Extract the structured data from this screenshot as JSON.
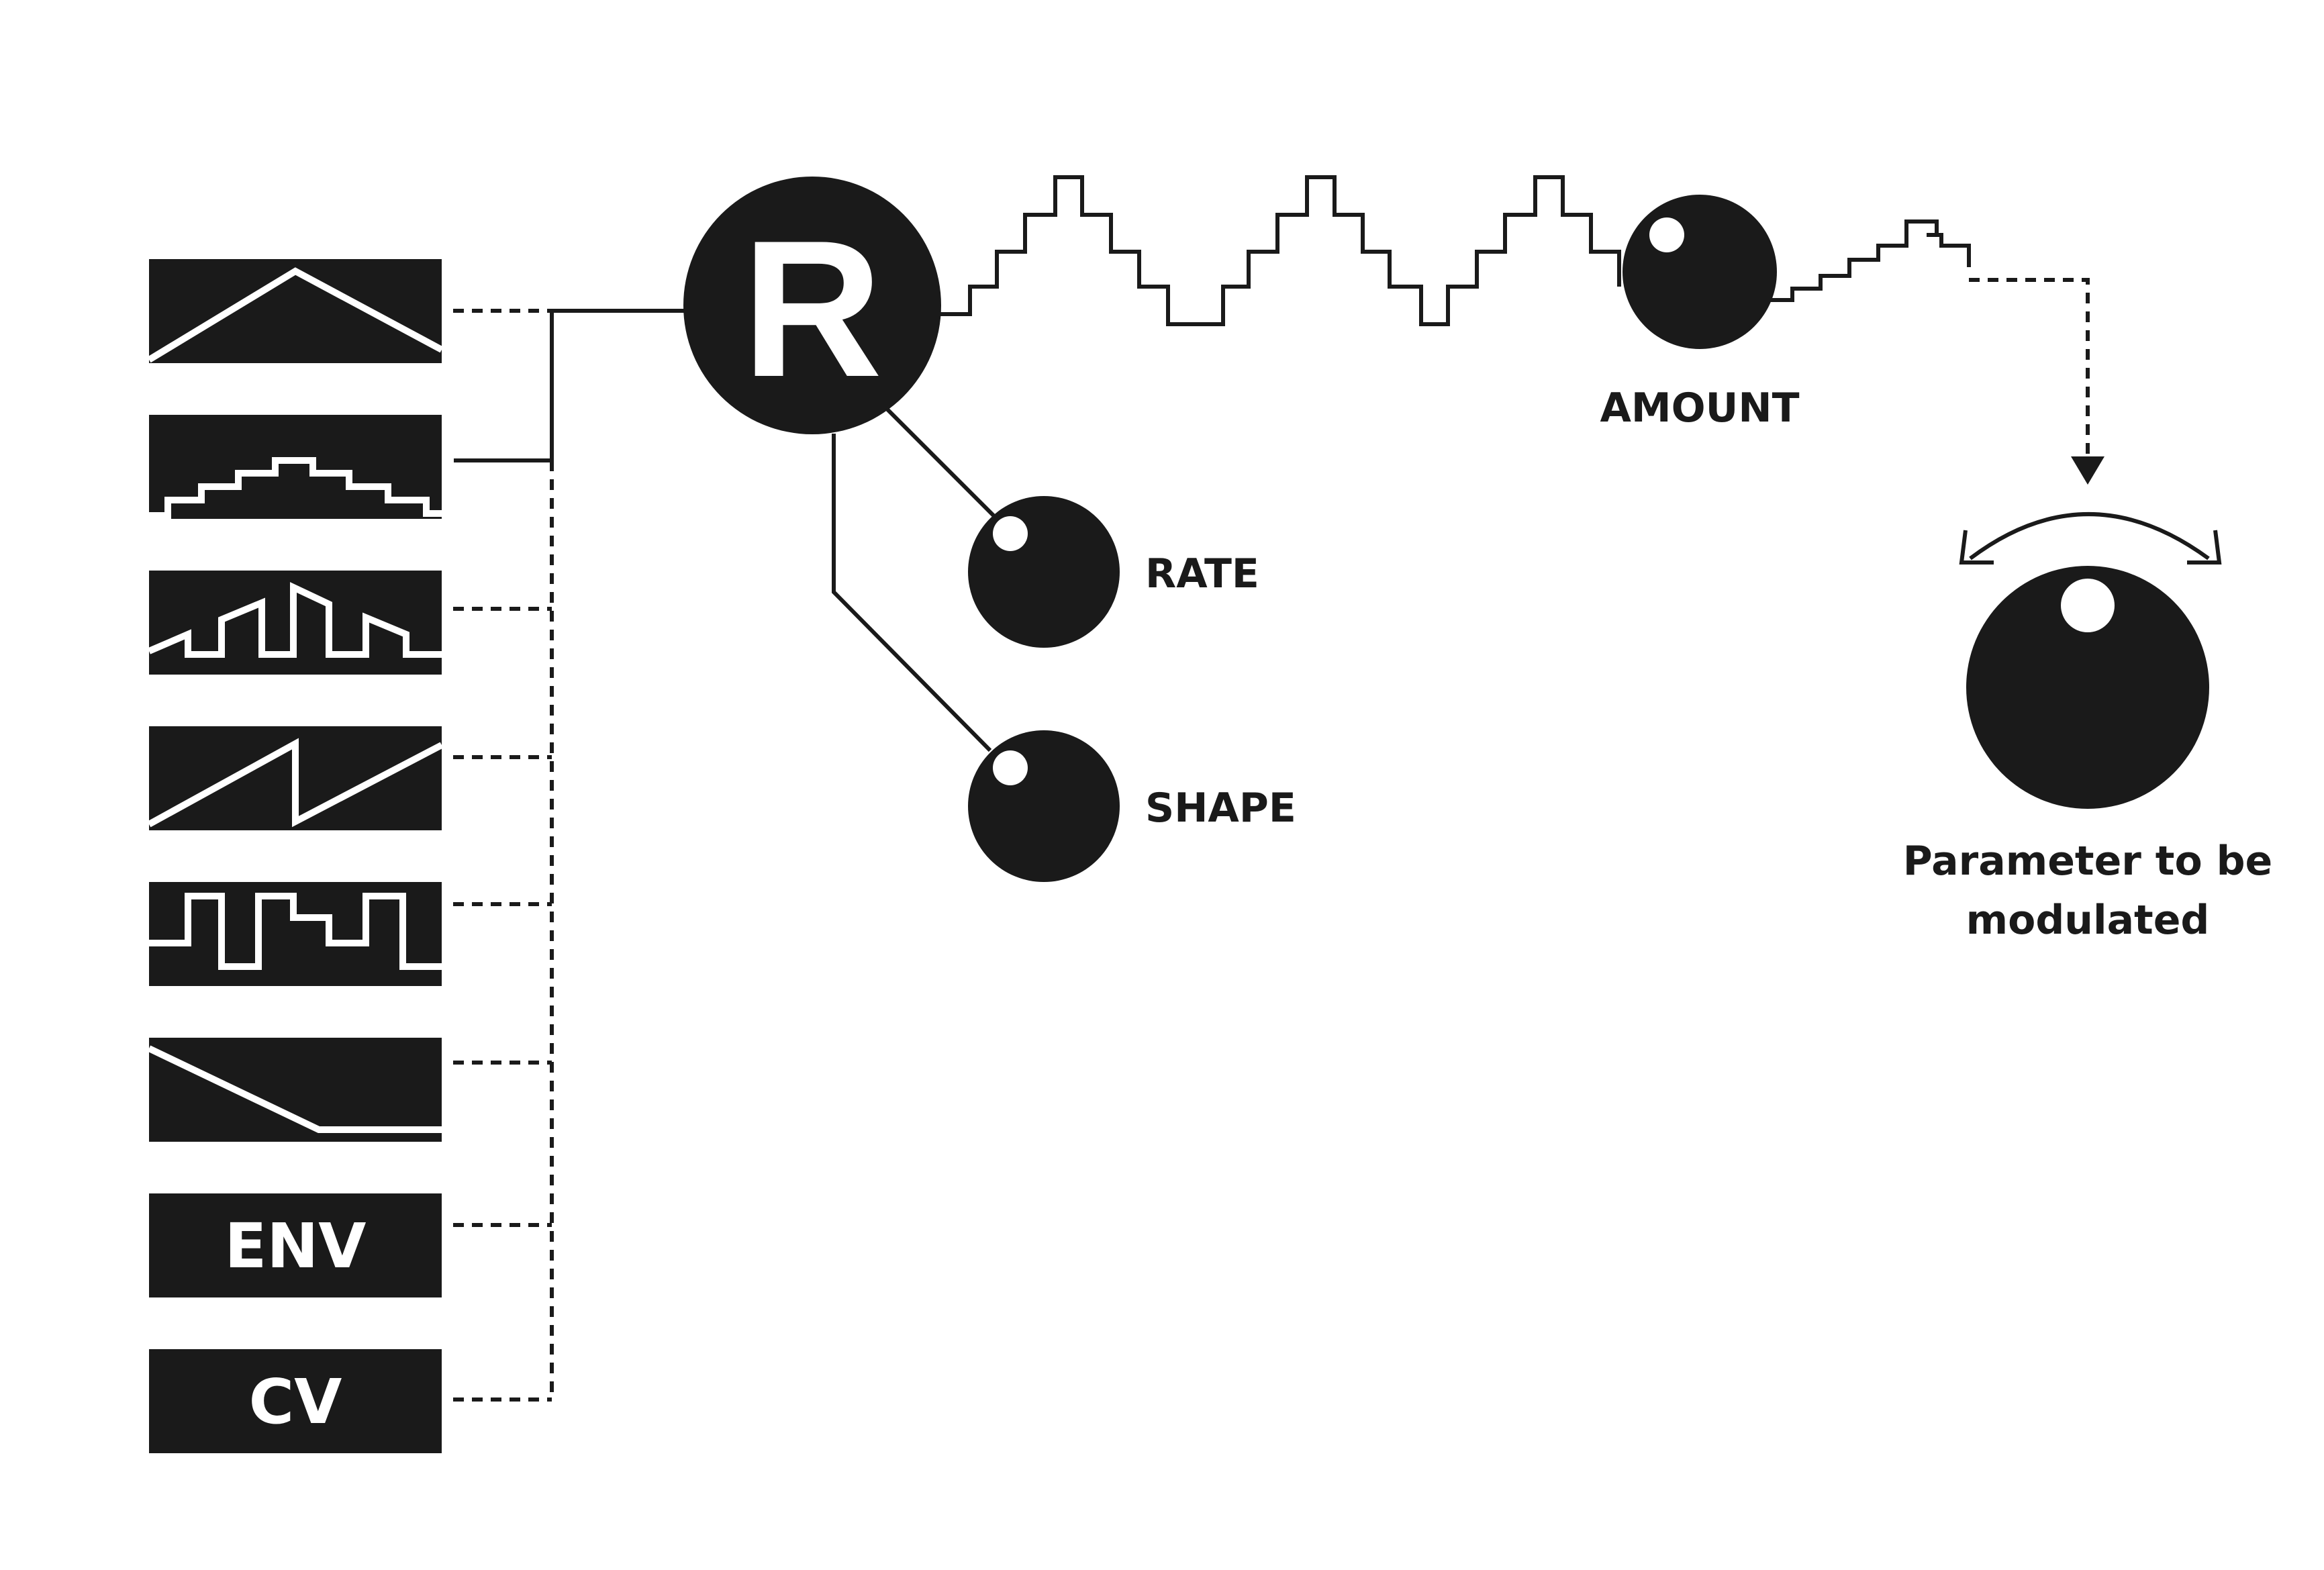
{
  "sources": [
    {
      "id": "triangle",
      "icon": "triangle-wave-icon"
    },
    {
      "id": "stepped-triangle",
      "icon": "stepped-triangle-wave-icon"
    },
    {
      "id": "random-pulse",
      "icon": "random-pulse-wave-icon"
    },
    {
      "id": "sawtooth",
      "icon": "sawtooth-wave-icon"
    },
    {
      "id": "square-steps",
      "icon": "square-steps-wave-icon"
    },
    {
      "id": "ramp-down",
      "icon": "ramp-down-wave-icon"
    },
    {
      "id": "env",
      "label": "ENV"
    },
    {
      "id": "cv",
      "label": "CV"
    }
  ],
  "selected_source_index": 1,
  "modulator": {
    "letter": "R"
  },
  "knobs": {
    "rate": "RATE",
    "shape": "SHAPE",
    "amount": "AMOUNT"
  },
  "target": {
    "line1": "Parameter to be",
    "line2": "modulated"
  },
  "colors": {
    "ink": "#1a1a1a",
    "background": "#ffffff"
  }
}
